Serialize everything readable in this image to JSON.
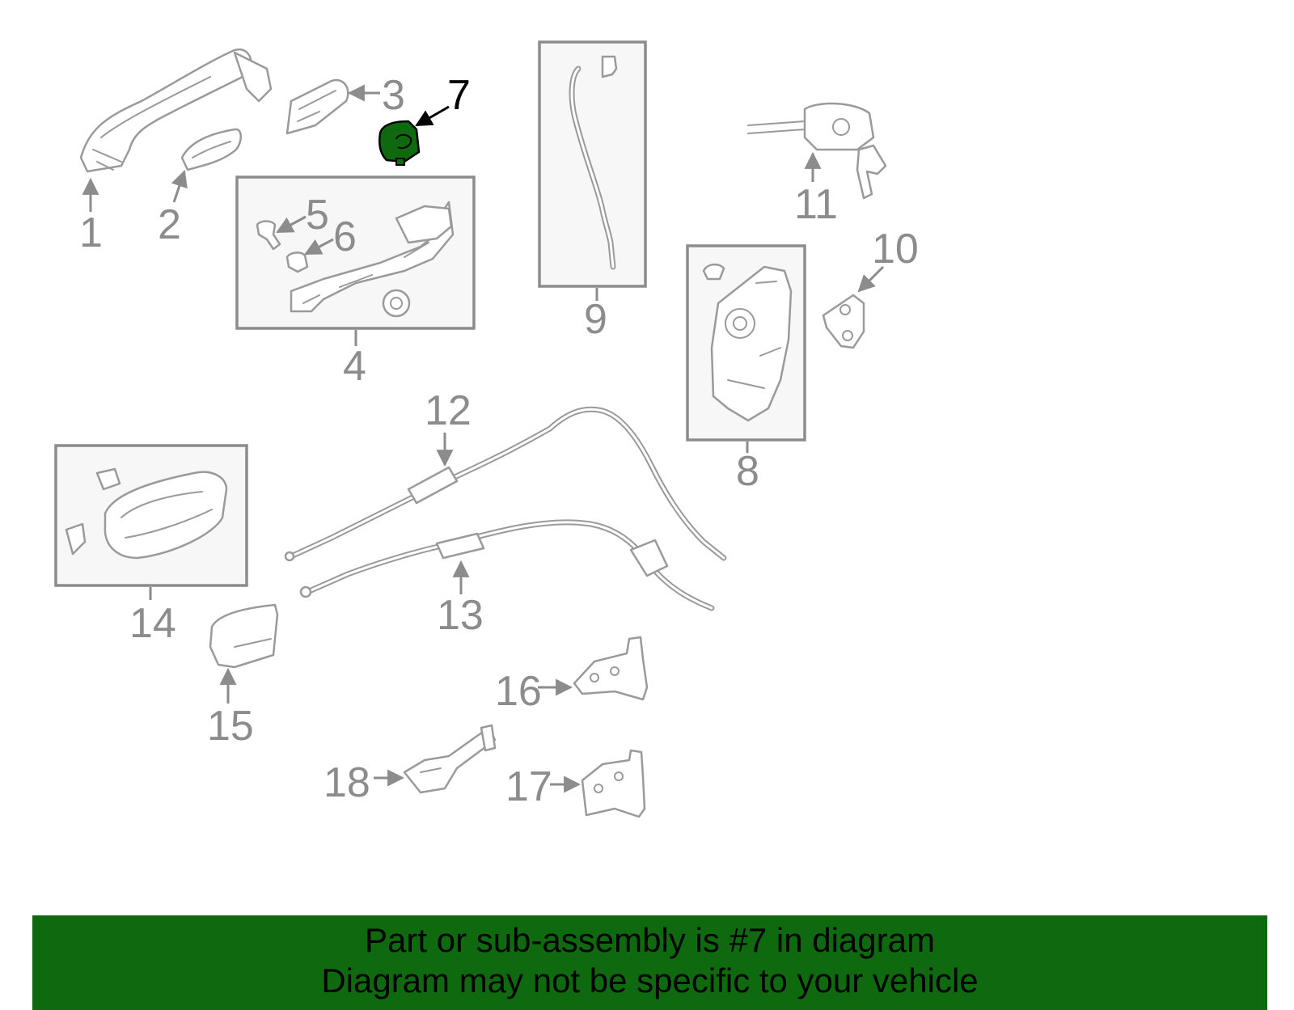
{
  "highlight": {
    "callout": "7",
    "color": "#0f6a0f"
  },
  "callouts": {
    "c1": "1",
    "c2": "2",
    "c3": "3",
    "c4": "4",
    "c5": "5",
    "c6": "6",
    "c7": "7",
    "c8": "8",
    "c9": "9",
    "c10": "10",
    "c11": "11",
    "c12": "12",
    "c13": "13",
    "c14": "14",
    "c15": "15",
    "c16": "16",
    "c17": "17",
    "c18": "18"
  },
  "banner": {
    "line1": "Part or sub-assembly is #7 in diagram",
    "line2": "Diagram may not be specific to your vehicle",
    "color": "#0f6a0f"
  }
}
